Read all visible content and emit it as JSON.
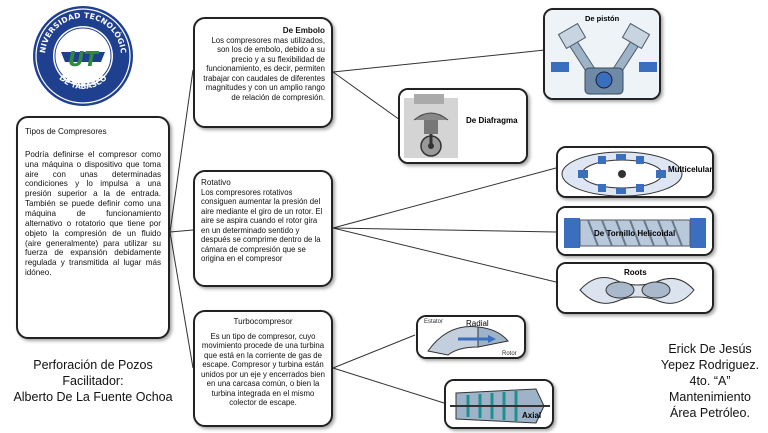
{
  "logo": {
    "text_top": "UNIVERSIDAD TECNOLÓGICA",
    "text_bottom": "DE TABASCO",
    "emblem": "UT"
  },
  "root": {
    "title": "Tipos de Compresores",
    "body": "Podría definirse el compresor como una máquina o dispositivo que toma aire con unas determinadas condiciones y lo impulsa a una presión superior a la de entrada. También se puede definir como una máquina de funcionamiento alternativo o rotatorio que tiene por objeto la compresión de un fluido (aire generalmente) para utilizar su fuerza de expansión debidamente regulada y transmitida al lugar más idóneo."
  },
  "embolo": {
    "title": "De Embolo",
    "body": "Los compresores mas utilizados, son los de embolo, debido a su precio y a su flexibilidad de funcionamiento, es decir, permiten trabajar con caudales de diferentes magnitudes y con un amplio rango de relación de compresión."
  },
  "rotativo": {
    "title": "Rotativo",
    "body": "Los compresores rotativos consiguen aumentar la presión del aire mediante el giro de un rotor. El aire se aspira cuando el rotor gira en un determinado sentido y después se comprime dentro de la cámara de compresión que se origina en el compresor"
  },
  "turbo": {
    "title": "Turbocompresor",
    "body": "Es un tipo de compresor, cuyo movimiento procede de una turbina que está en la corriente de gas de escape. Compresor y turbina están unidos por un eje y encerrados bien en una carcasa común, o bien la turbina integrada en el mismo colector de escape."
  },
  "images": {
    "piston": "De pistón",
    "diafragma": "De Diafragma",
    "multicelular": "Multicelular",
    "tornillo": "De Tornillo Helicoidal",
    "roots": "Roots",
    "radial": "Radial",
    "radial_estator": "Estator",
    "radial_rotor": "Rotor",
    "axial": "Axial"
  },
  "footer_left": {
    "line1": "Perforación de Pozos",
    "line2": "Facilitador:",
    "line3": "Alberto De La Fuente Ochoa"
  },
  "footer_right": {
    "line1": "Erick De Jesús",
    "line2": "Yepez Rodriguez.",
    "line3": "4to. “A”",
    "line4": "Mantenimiento",
    "line5": "Área Petróleo."
  },
  "colors": {
    "logo_blue": "#1f3f8f",
    "logo_green": "#2e8b3a",
    "machine_blue": "#3a6fc0",
    "machine_steel": "#9fb3c8"
  }
}
